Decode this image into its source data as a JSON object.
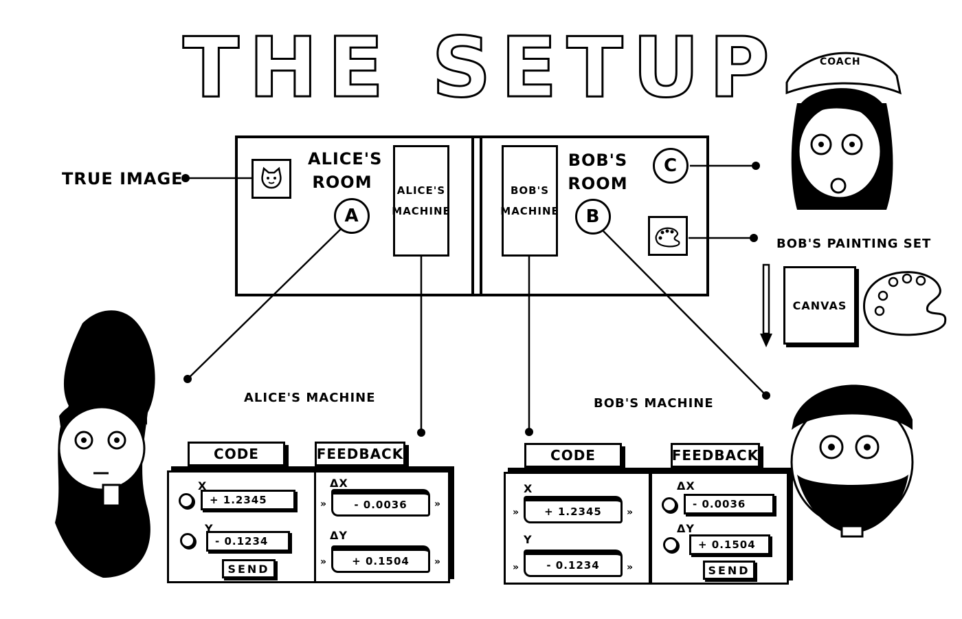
{
  "title": "THE SETUP",
  "rooms": {
    "alice_room": "ALICE'S\nROOM",
    "bob_room": "BOB'S\nROOM",
    "alice_machine": "ALICE'S\nMACHINE",
    "bob_machine": "BOB'S\nMACHINE",
    "alice_marker": "A",
    "bob_marker": "B",
    "coach_marker": "C"
  },
  "labels": {
    "true_image": "TRUE IMAGE",
    "painting_set": "BOB'S PAINTING SET",
    "canvas": "CANVAS",
    "coach_cap": "COACH",
    "alice_machine_title": "ALICE'S MACHINE",
    "bob_machine_title": "BOB'S MACHINE"
  },
  "alice_machine": {
    "code_tab": "CODE",
    "feedback_tab": "FEEDBACK",
    "x_label": "X",
    "y_label": "Y",
    "x_value": "+ 1.2345",
    "y_value": "- 0.1234",
    "send": "SEND",
    "dx_label": "ΔX",
    "dy_label": "ΔY",
    "dx_value": "- 0.0036",
    "dy_value": "+ 0.1504"
  },
  "bob_machine": {
    "code_tab": "CODE",
    "feedback_tab": "FEEDBACK",
    "x_label": "X",
    "y_label": "Y",
    "x_value": "+ 1.2345",
    "y_value": "- 0.1234",
    "send": "SEND",
    "dx_label": "ΔX",
    "dy_label": "ΔY",
    "dx_value": "- 0.0036",
    "dy_value": "+ 0.1504"
  },
  "marks": {
    "open": "»",
    "close": "»"
  }
}
